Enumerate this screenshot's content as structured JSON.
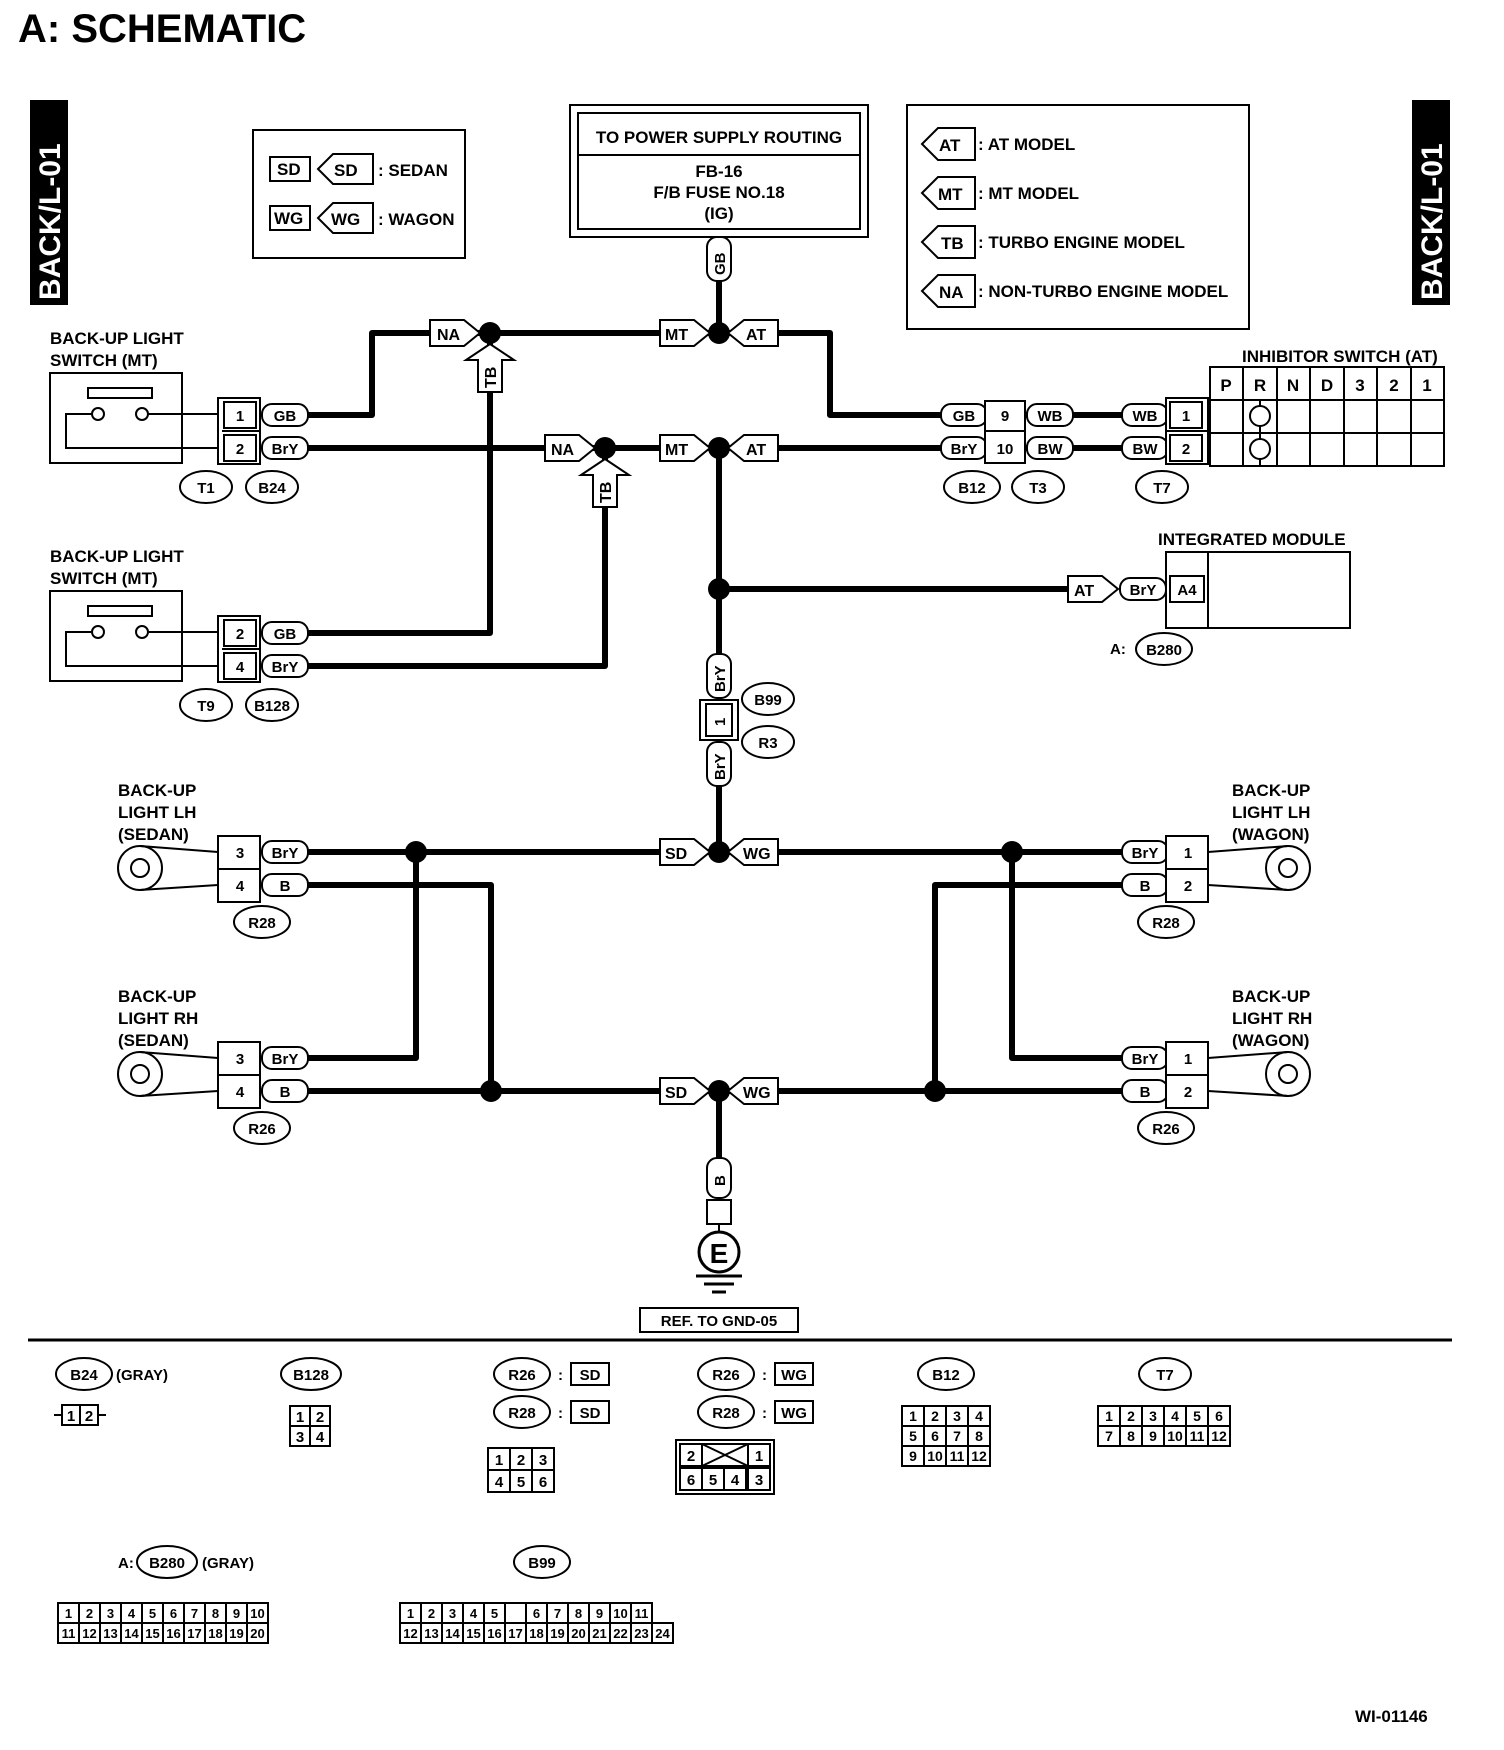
{
  "title": "A:  SCHEMATIC",
  "side_label": "BACK/L-01",
  "legend_body": {
    "sedan_code": "SD",
    "sedan_text": ": SEDAN",
    "wagon_code": "WG",
    "wagon_text": ": WAGON"
  },
  "power_box": {
    "title": "TO POWER SUPPLY ROUTING",
    "line1": "FB-16",
    "line2": "F/B FUSE NO.18",
    "line3": "(IG)",
    "wire": "GB"
  },
  "legend_model": [
    {
      "code": "AT",
      "text": ": AT MODEL"
    },
    {
      "code": "MT",
      "text": ": MT MODEL"
    },
    {
      "code": "TB",
      "text": ": TURBO ENGINE MODEL"
    },
    {
      "code": "NA",
      "text": ": NON-TURBO ENGINE MODEL"
    }
  ],
  "components": {
    "switch1": {
      "line1": "BACK-UP LIGHT",
      "line2": "SWITCH (MT)",
      "pins": [
        "1",
        "2"
      ],
      "wires": [
        "GB",
        "BrY"
      ],
      "conn_a": "T1",
      "conn_b": "B24"
    },
    "switch2": {
      "line1": "BACK-UP LIGHT",
      "line2": "SWITCH (MT)",
      "pins": [
        "2",
        "4"
      ],
      "wires": [
        "GB",
        "BrY"
      ],
      "conn_a": "T9",
      "conn_b": "B128"
    },
    "inhibitor": {
      "title": "INHIBITOR SWITCH (AT)",
      "positions": [
        "P",
        "R",
        "N",
        "D",
        "3",
        "2",
        "1"
      ],
      "pins": [
        "1",
        "2"
      ],
      "wires": [
        "WB",
        "BW"
      ],
      "conn": "T7"
    },
    "b12": {
      "pins": [
        "9",
        "10"
      ],
      "left_wires": [
        "GB",
        "BrY"
      ],
      "right_wires": [
        "WB",
        "BW"
      ],
      "conn_a": "B12",
      "conn_b": "T3"
    },
    "integrated": {
      "title": "INTEGRATED MODULE",
      "pin": "A4",
      "wire": "BrY",
      "model": "AT",
      "conn_prefix": "A:",
      "conn": "B280"
    },
    "b99": {
      "pin": "1",
      "wire_top": "BrY",
      "wire_bottom": "BrY",
      "conn_a": "B99",
      "conn_b": "R3"
    },
    "lh_sedan": {
      "line1": "BACK-UP",
      "line2": "LIGHT LH",
      "line3": "(SEDAN)",
      "pins": [
        "3",
        "4"
      ],
      "wires": [
        "BrY",
        "B"
      ],
      "conn": "R28"
    },
    "rh_sedan": {
      "line1": "BACK-UP",
      "line2": "LIGHT RH",
      "line3": "(SEDAN)",
      "pins": [
        "3",
        "4"
      ],
      "wires": [
        "BrY",
        "B"
      ],
      "conn": "R26"
    },
    "lh_wagon": {
      "line1": "BACK-UP",
      "line2": "LIGHT LH",
      "line3": "(WAGON)",
      "pins": [
        "1",
        "2"
      ],
      "wires": [
        "BrY",
        "B"
      ],
      "conn": "R28"
    },
    "rh_wagon": {
      "line1": "BACK-UP",
      "line2": "LIGHT RH",
      "line3": "(WAGON)",
      "pins": [
        "1",
        "2"
      ],
      "wires": [
        "BrY",
        "B"
      ],
      "conn": "R26"
    },
    "ground": {
      "wire": "B",
      "symbol": "E",
      "ref": "REF. TO GND-05"
    }
  },
  "junction_tags": {
    "na": "NA",
    "tb": "TB",
    "mt": "MT",
    "at": "AT",
    "sd": "SD",
    "wg": "WG"
  },
  "connector_views": {
    "b24": {
      "name": "B24",
      "note": "(GRAY)",
      "rows": [
        [
          "1",
          "2"
        ]
      ]
    },
    "b128": {
      "name": "B128",
      "rows": [
        [
          "1",
          "2"
        ],
        [
          "3",
          "4"
        ]
      ]
    },
    "r26_sd": {
      "name": "R26",
      "model": "SD"
    },
    "r28_sd": {
      "name": "R28",
      "model": "SD"
    },
    "sd_grid": [
      [
        "1",
        "2",
        "3"
      ],
      [
        "4",
        "5",
        "6"
      ]
    ],
    "r26_wg": {
      "name": "R26",
      "model": "WG"
    },
    "r28_wg": {
      "name": "R28",
      "model": "WG"
    },
    "wg_grid": [
      [
        "2",
        "",
        "1"
      ],
      [
        "6",
        "5",
        "4",
        "3"
      ]
    ],
    "b12": {
      "name": "B12",
      "rows": [
        [
          "1",
          "2",
          "3",
          "4"
        ],
        [
          "5",
          "6",
          "7",
          "8"
        ],
        [
          "9",
          "10",
          "11",
          "12"
        ]
      ]
    },
    "t7": {
      "name": "T7",
      "rows": [
        [
          "1",
          "2",
          "3",
          "4",
          "5",
          "6"
        ],
        [
          "7",
          "8",
          "9",
          "10",
          "11",
          "12"
        ]
      ]
    },
    "b280": {
      "prefix": "A:",
      "name": "B280",
      "note": "(GRAY)",
      "rows": [
        [
          "1",
          "2",
          "3",
          "4",
          "5",
          "6",
          "7",
          "8",
          "9",
          "10"
        ],
        [
          "11",
          "12",
          "13",
          "14",
          "15",
          "16",
          "17",
          "18",
          "19",
          "20"
        ]
      ]
    },
    "b99": {
      "name": "B99",
      "rows": [
        [
          "1",
          "2",
          "3",
          "4",
          "5",
          "",
          "6",
          "7",
          "8",
          "9",
          "10",
          "11"
        ],
        [
          "12",
          "13",
          "14",
          "15",
          "16",
          "17",
          "18",
          "19",
          "20",
          "21",
          "22",
          "23",
          "24"
        ]
      ]
    }
  },
  "figure_code": "WI-01146"
}
